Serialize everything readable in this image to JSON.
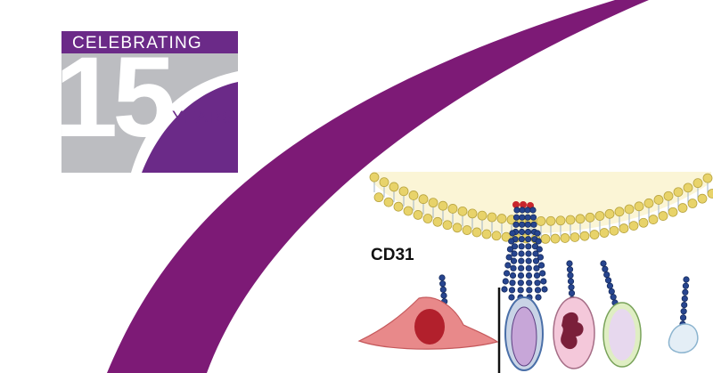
{
  "badge": {
    "headline": "CELEBRATING",
    "number": "15",
    "unit": "YEARS"
  },
  "diagram": {
    "label": "CD31"
  },
  "colors": {
    "brand_purple": "#6b2a88",
    "badge_grey": "#bcbdc1",
    "membrane_bead": "#e8d36a",
    "membrane_fill": "#fbf5d6",
    "chain_blue": "#27458f",
    "cell_red": "#e07a78",
    "nucleus": "#b2202c"
  }
}
